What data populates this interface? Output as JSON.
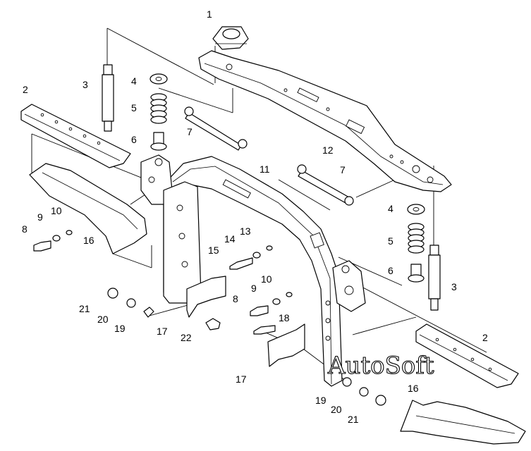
{
  "callouts": [
    {
      "id": "c1",
      "label": "1"
    },
    {
      "id": "c2a",
      "label": "2"
    },
    {
      "id": "c2b",
      "label": "2"
    },
    {
      "id": "c3a",
      "label": "3"
    },
    {
      "id": "c3b",
      "label": "3"
    },
    {
      "id": "c4a",
      "label": "4"
    },
    {
      "id": "c4b",
      "label": "4"
    },
    {
      "id": "c5a",
      "label": "5"
    },
    {
      "id": "c5b",
      "label": "5"
    },
    {
      "id": "c6a",
      "label": "6"
    },
    {
      "id": "c6b",
      "label": "6"
    },
    {
      "id": "c7a",
      "label": "7"
    },
    {
      "id": "c7b",
      "label": "7"
    },
    {
      "id": "c8a",
      "label": "8"
    },
    {
      "id": "c8b",
      "label": "8"
    },
    {
      "id": "c9a",
      "label": "9"
    },
    {
      "id": "c9b",
      "label": "9"
    },
    {
      "id": "c10a",
      "label": "10"
    },
    {
      "id": "c10b",
      "label": "10"
    },
    {
      "id": "c11",
      "label": "11"
    },
    {
      "id": "c12",
      "label": "12"
    },
    {
      "id": "c13",
      "label": "13"
    },
    {
      "id": "c14",
      "label": "14"
    },
    {
      "id": "c15",
      "label": "15"
    },
    {
      "id": "c16a",
      "label": "16"
    },
    {
      "id": "c16b",
      "label": "16"
    },
    {
      "id": "c17a",
      "label": "17"
    },
    {
      "id": "c17b",
      "label": "17"
    },
    {
      "id": "c18",
      "label": "18"
    },
    {
      "id": "c19a",
      "label": "19"
    },
    {
      "id": "c19b",
      "label": "19"
    },
    {
      "id": "c20a",
      "label": "20"
    },
    {
      "id": "c20b",
      "label": "20"
    },
    {
      "id": "c21a",
      "label": "21"
    },
    {
      "id": "c21b",
      "label": "21"
    },
    {
      "id": "c22",
      "label": "22"
    }
  ],
  "watermark": "AutoSoft"
}
